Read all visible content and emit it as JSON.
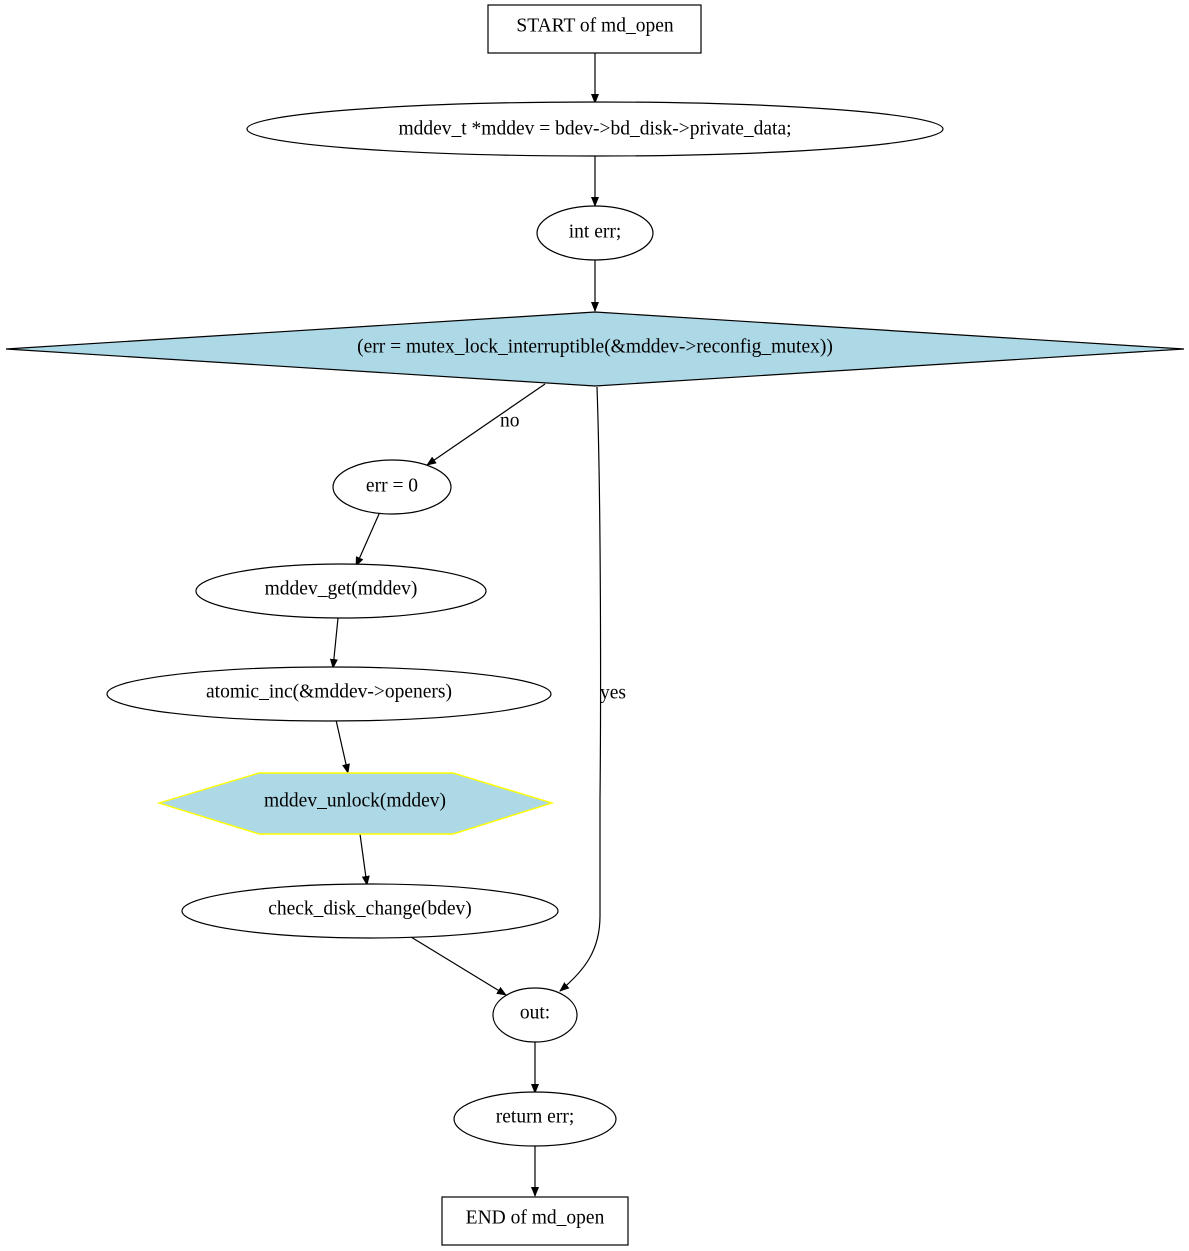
{
  "diagram": {
    "nodes": {
      "start": "START of md_open",
      "decl_mddev": "mddev_t *mddev = bdev->bd_disk->private_data;",
      "decl_err": "int err;",
      "cond": "(err = mutex_lock_interruptible(&mddev->reconfig_mutex))",
      "err_zero": "err = 0",
      "mddev_get": "mddev_get(mddev)",
      "atomic_inc": "atomic_inc(&mddev->openers)",
      "mddev_unlock": "mddev_unlock(mddev)",
      "check_disk": "check_disk_change(bdev)",
      "out": "out:",
      "return": "return err;",
      "end": "END of md_open"
    },
    "edges": {
      "no_label": "no",
      "yes_label": "yes"
    },
    "colors": {
      "decision_fill": "#add8e6",
      "call_fill": "#add8e6",
      "call_stroke": "#ffff00",
      "stroke": "#000000",
      "background": "#ffffff"
    }
  }
}
